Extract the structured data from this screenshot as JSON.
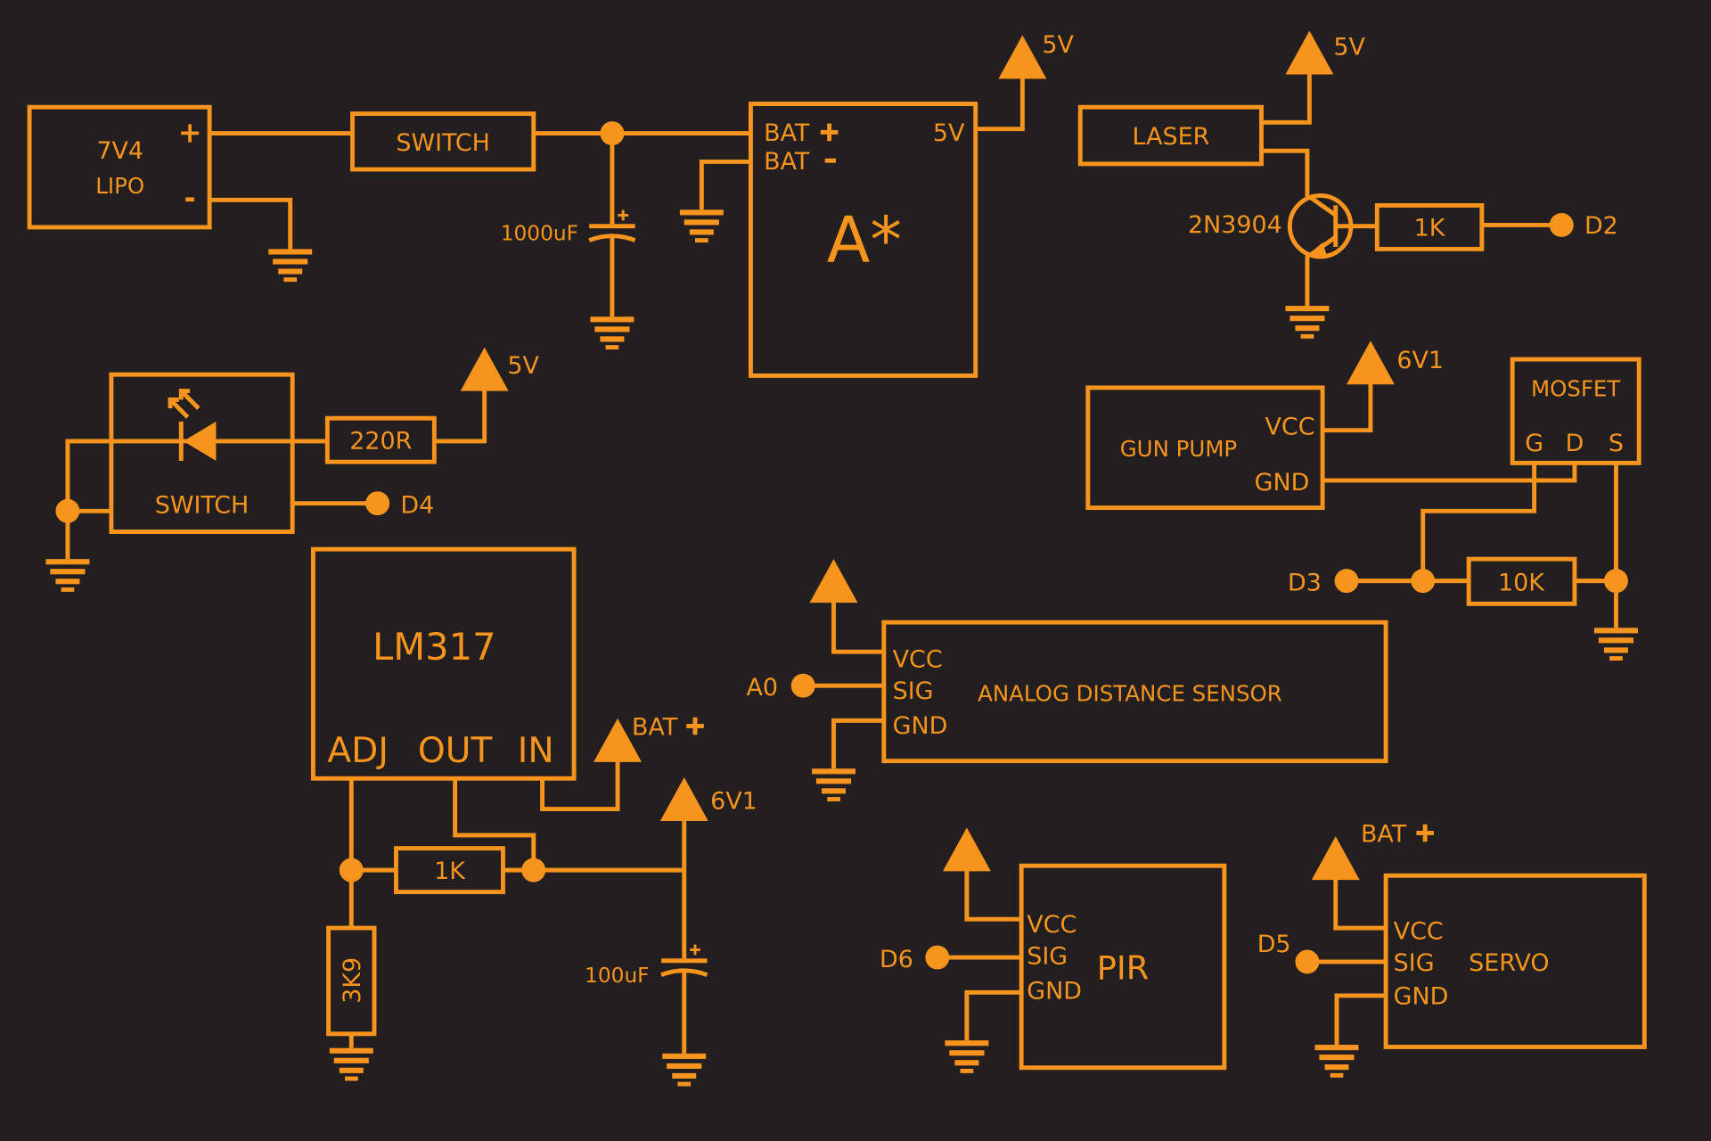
{
  "colors": {
    "background": "#231f20",
    "accent": "#f7941d"
  },
  "battery": {
    "voltage": "7V4",
    "type": "LIPO",
    "plus": "+",
    "minus": "-"
  },
  "main_switch": {
    "label": "SWITCH"
  },
  "capacitor_main": {
    "value": "1000uF"
  },
  "astar": {
    "title": "A*",
    "bat_plus": "BAT",
    "bat_minus": "BAT",
    "out_5v": "5V"
  },
  "rails": {
    "five_v": "5V",
    "six_v1": "6V1",
    "bat_plus": "BAT"
  },
  "laser": {
    "label": "LASER",
    "transistor": "2N3904",
    "resistor": "1K",
    "pin": "D2"
  },
  "led_switch": {
    "label": "SWITCH",
    "resistor": "220R",
    "pin": "D4"
  },
  "gun_pump": {
    "label": "GUN PUMP",
    "vcc": "VCC",
    "gnd": "GND"
  },
  "mosfet": {
    "label": "MOSFET",
    "g": "G",
    "d": "D",
    "s": "S",
    "pin": "D3",
    "resistor": "10K"
  },
  "lm317": {
    "label": "LM317",
    "adj": "ADJ",
    "out": "OUT",
    "in": "IN",
    "resistor_top": "1K",
    "resistor_bottom": "3K9",
    "capacitor": "100uF"
  },
  "distance_sensor": {
    "label": "ANALOG DISTANCE SENSOR",
    "vcc": "VCC",
    "sig": "SIG",
    "gnd": "GND",
    "pin": "A0"
  },
  "pir": {
    "label": "PIR",
    "vcc": "VCC",
    "sig": "SIG",
    "gnd": "GND",
    "pin": "D6"
  },
  "servo": {
    "label": "SERVO",
    "vcc": "VCC",
    "sig": "SIG",
    "gnd": "GND",
    "pin": "D5"
  }
}
